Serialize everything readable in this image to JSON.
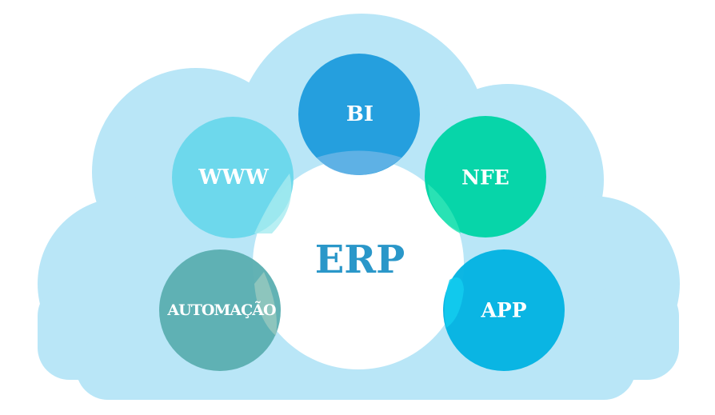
{
  "diagram": {
    "center": {
      "label": "ERP"
    },
    "nodes": [
      {
        "id": "bi",
        "label": "BI"
      },
      {
        "id": "www",
        "label": "WWW"
      },
      {
        "id": "nfe",
        "label": "NFE"
      },
      {
        "id": "automacao",
        "label": "AUTOMAÇÃO"
      },
      {
        "id": "app",
        "label": "APP"
      }
    ]
  },
  "colors": {
    "cloud": "#b9e6f7",
    "center_circle": "#ffffff",
    "center_text": "#2a97c9",
    "bi": "#259fde",
    "www": "#66d7ea",
    "nfe": "#00d4a6",
    "automacao": "#5aaeb0",
    "app": "#00b2e2"
  }
}
